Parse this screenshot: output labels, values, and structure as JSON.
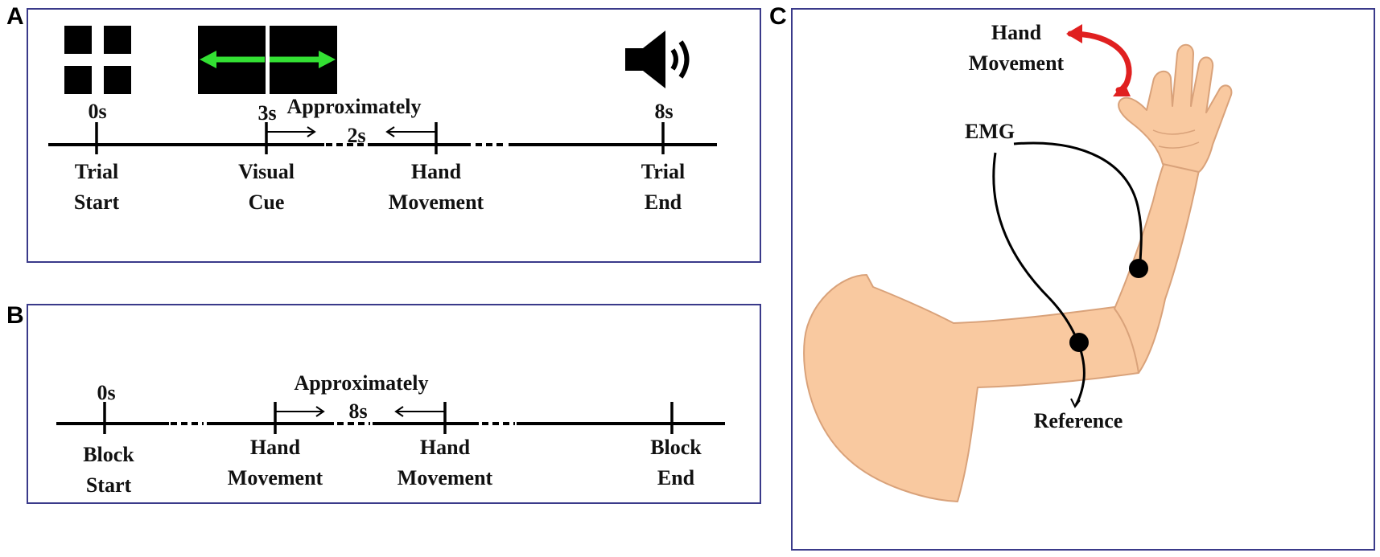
{
  "panels": {
    "a": {
      "letter": "A",
      "labels": {
        "t0": "0s",
        "t3": "3s",
        "approx": "Approximately",
        "dur": "2s",
        "t8": "8s",
        "trial_start": "Trial\nStart",
        "visual_cue": "Visual\nCue",
        "hand_movement": "Hand\nMovement",
        "trial_end": "Trial\nEnd"
      },
      "icons": [
        "fixation-cross-icon",
        "left-arrow-icon",
        "right-arrow-icon",
        "speaker-icon"
      ],
      "colors": {
        "cue_arrow": "#33e033",
        "stimulus_bg": "#000000"
      }
    },
    "b": {
      "letter": "B",
      "labels": {
        "t0": "0s",
        "approx": "Approximately",
        "dur": "8s",
        "block_start": "Block\nStart",
        "hand_movement_1": "Hand\nMovement",
        "hand_movement_2": "Hand\nMovement",
        "block_end": "Block\nEnd"
      }
    },
    "c": {
      "letter": "C",
      "labels": {
        "hand_movement": "Hand\nMovement",
        "emg": "EMG",
        "reference": "Reference"
      },
      "colors": {
        "skin": "#f9c9a0",
        "skin_outline": "#d9a27a",
        "movement_arrow": "#e02020",
        "electrode": "#000000"
      }
    }
  }
}
